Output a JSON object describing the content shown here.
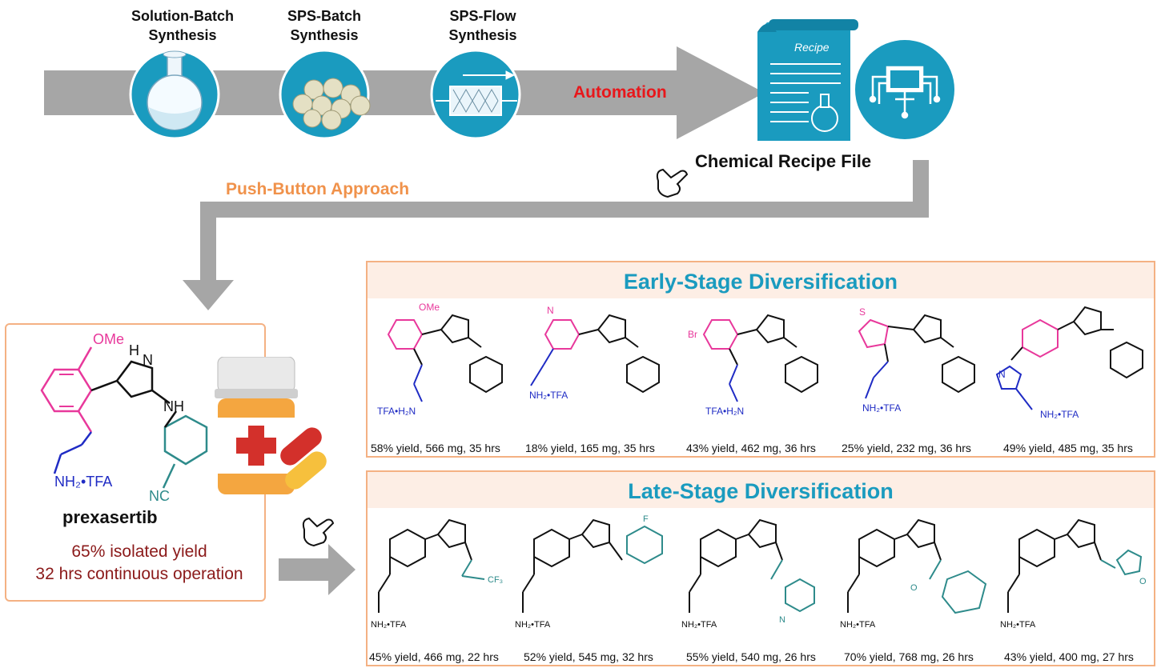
{
  "workflow": {
    "methods": [
      {
        "label_line1": "Solution-Batch",
        "label_line2": "Synthesis",
        "icon": "round-bottom-flask-icon"
      },
      {
        "label_line1": "SPS-Batch",
        "label_line2": "Synthesis",
        "icon": "resin-beads-icon"
      },
      {
        "label_line1": "SPS-Flow",
        "label_line2": "Synthesis",
        "icon": "flow-column-icon"
      }
    ],
    "automation_label": "Automation",
    "recipe_doc_title": "Recipe",
    "recipe_label": "Chemical Recipe File",
    "push_button_label": "Push-Button Approach",
    "colors": {
      "arrow": "#a6a6a6",
      "circle": "#1a9bbf",
      "automation": "#e8171b",
      "push": "#f0924b"
    }
  },
  "prexasertib": {
    "name": "prexasertib",
    "yield_text": "65% isolated yield",
    "time_text": "32 hrs continuous operation",
    "ome_label": "OMe",
    "amine_label": "NH₂•TFA",
    "nh_label": "NH",
    "n_label": "N",
    "h_label": "H",
    "nc_label": "NC"
  },
  "early_stage": {
    "title": "Early-Stage Diversification",
    "compounds": [
      {
        "caption": "58% yield, 566 mg, 35 hrs",
        "top_label": "OMe",
        "side_label": "TFA•H₂N"
      },
      {
        "caption": "18% yield, 165 mg, 35 hrs",
        "top_label": "N",
        "side_label": "NH₂•TFA"
      },
      {
        "caption": "43% yield, 462 mg, 36 hrs",
        "top_label": "Br",
        "side_label": "TFA•H₂N"
      },
      {
        "caption": "25% yield, 232 mg, 36 hrs",
        "top_label": "S",
        "side_label": "NH₂•TFA"
      },
      {
        "caption": "49% yield, 485 mg, 35 hrs",
        "top_label": "N",
        "side_label": "NH₂•TFA"
      }
    ]
  },
  "late_stage": {
    "title": "Late-Stage Diversification",
    "compounds": [
      {
        "caption": "45% yield, 466 mg, 22 hrs",
        "group_label": "CF₃",
        "amine_label": "NH₂•TFA"
      },
      {
        "caption": "52% yield, 545 mg, 32 hrs",
        "group_label": "F",
        "amine_label": "NH₂•TFA"
      },
      {
        "caption": "55% yield, 540 mg, 26 hrs",
        "group_label": "N",
        "amine_label": "NH₂•TFA"
      },
      {
        "caption": "70% yield, 768 mg, 26 hrs",
        "group_label": "O",
        "amine_label": "NH₂•TFA"
      },
      {
        "caption": "43% yield, 400 mg, 27 hrs",
        "group_label": "O",
        "amine_label": "NH₂•TFA"
      }
    ]
  }
}
